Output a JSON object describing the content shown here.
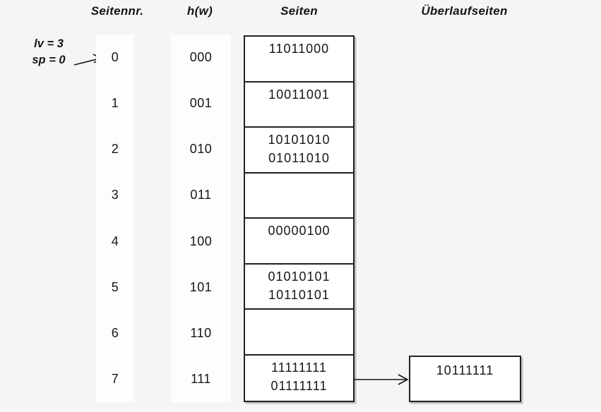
{
  "headers": {
    "seitennr": "Seitennr.",
    "hw": "h(w)",
    "seiten": "Seiten",
    "ueberlaufseiten": "Überlaufseiten"
  },
  "annotation": {
    "line1": "lv = 3",
    "line2": "sp = 0"
  },
  "rows": [
    {
      "nr": "0",
      "hash": "000",
      "values": [
        "11011000"
      ]
    },
    {
      "nr": "1",
      "hash": "001",
      "values": [
        "10011001"
      ]
    },
    {
      "nr": "2",
      "hash": "010",
      "values": [
        "10101010",
        "01011010"
      ]
    },
    {
      "nr": "3",
      "hash": "011",
      "values": []
    },
    {
      "nr": "4",
      "hash": "100",
      "values": []
    },
    {
      "nr": "5",
      "hash": "101",
      "values": [
        "01010101",
        "10110101"
      ]
    },
    {
      "nr": "6",
      "hash": "110",
      "values": []
    },
    {
      "nr": "7",
      "hash": "111",
      "values": [
        "11111111",
        "01111111"
      ]
    }
  ],
  "rows_fix": {
    "row4_value": "00000100"
  },
  "overflow": {
    "value": "10111111",
    "attached_to_row": "7"
  },
  "colors": {
    "background": "#f5f5f3",
    "stripe": "#fdfdfd",
    "cell_background": "#ffffff",
    "border": "#222222",
    "text": "#161616"
  }
}
